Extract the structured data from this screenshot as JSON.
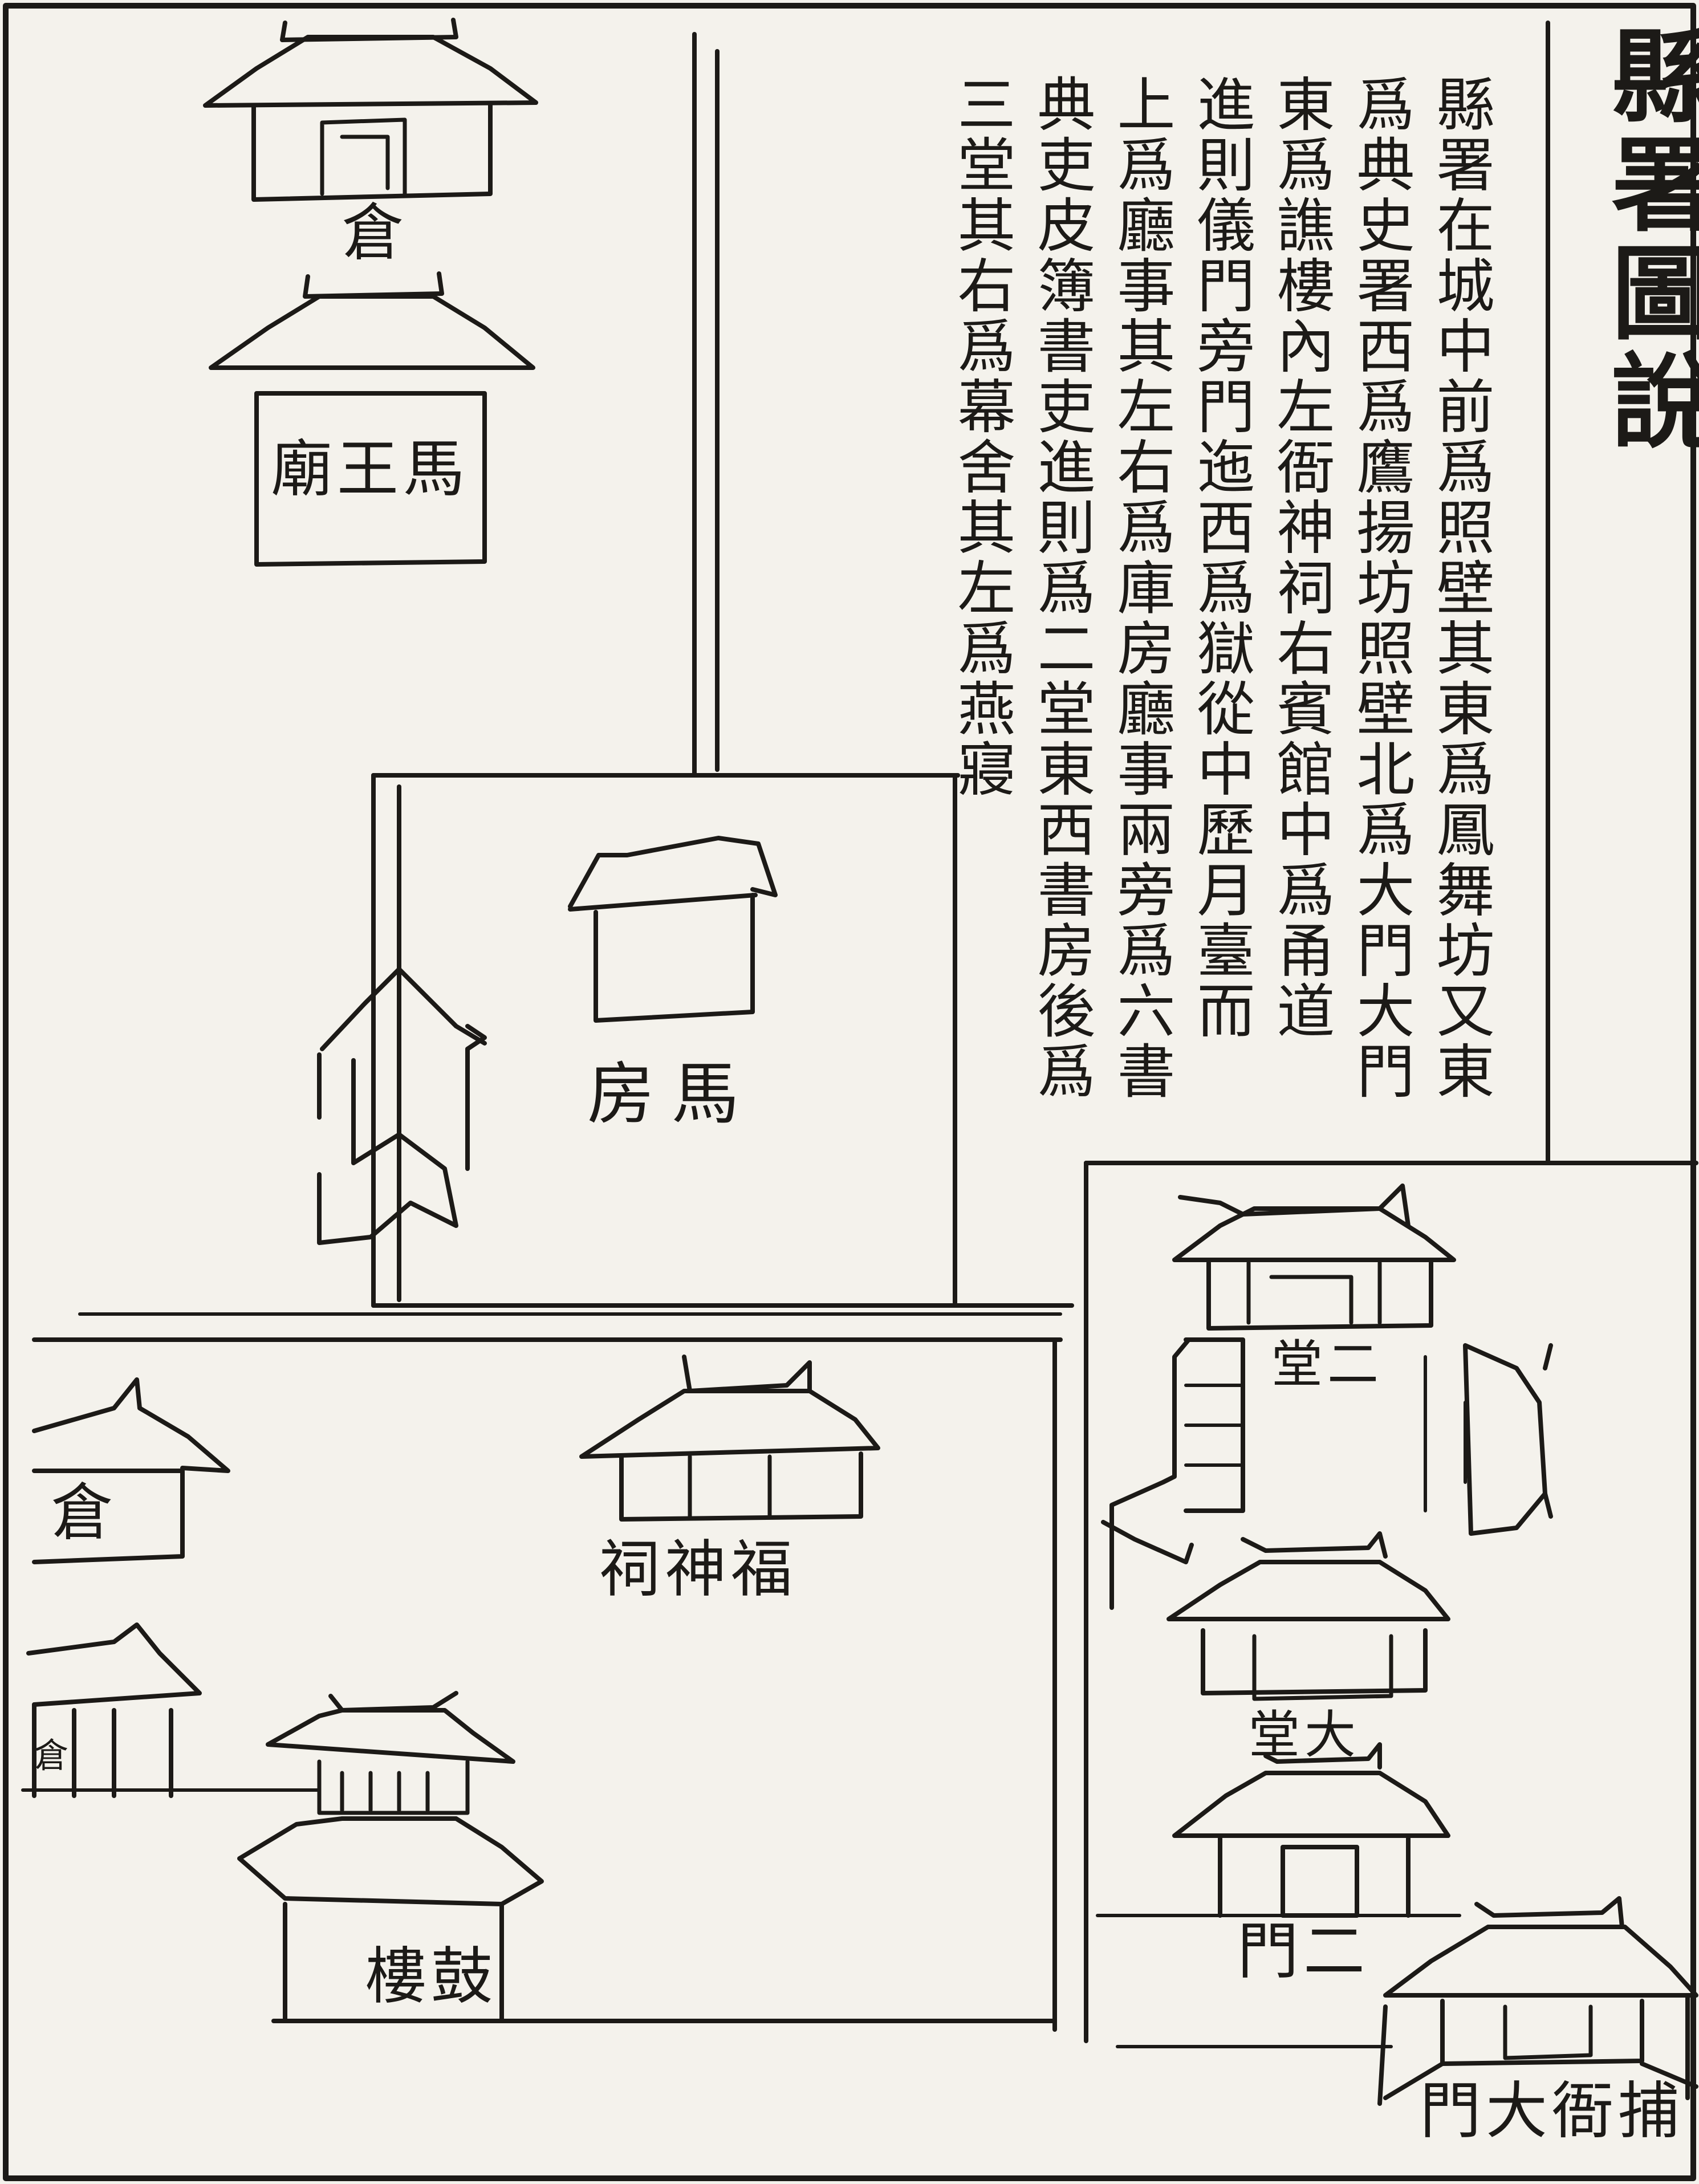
{
  "title": "縣署圖說",
  "description_columns": [
    "縣署在城中前爲照壁其東爲鳳舞坊又東",
    "爲典史署西爲鷹揚坊照壁北爲大門大門",
    "東爲譙樓內左衙神祠右賓館中爲甬道",
    "進則儀門旁門迤西爲獄從中歷月臺而",
    "上爲廳事其左右爲庫房廳事兩旁爲六書",
    "典吏皮簿書吏進則爲二堂東西書房後爲",
    "三堂其右爲幕舍其左爲燕寢"
  ],
  "labels": {
    "granary_top": "倉",
    "ma_wang_miao": "馬王廟",
    "ma_fang": "馬房",
    "granary_left": "倉",
    "granary_small": "倉",
    "fu_shen_ci": "福神祠",
    "gu_lou": "鼓樓",
    "er_tang": "二堂",
    "da_tang": "大堂",
    "er_men": "二門",
    "bu_ya_da_men": "捕衙大門"
  }
}
